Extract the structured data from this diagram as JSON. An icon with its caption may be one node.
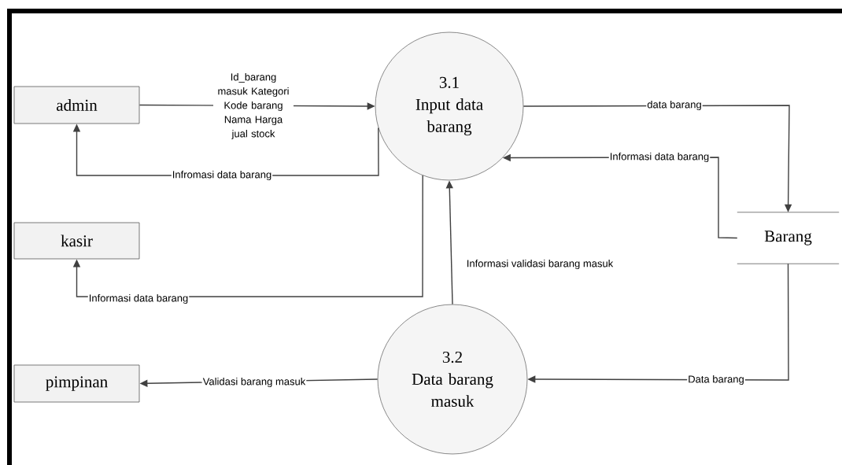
{
  "diagram": {
    "nodes": [
      {
        "text": [
          "admin"
        ]
      },
      {
        "text": [
          "kasir"
        ]
      },
      {
        "text": [
          "pimpinan"
        ]
      },
      {
        "text": [
          "3.1",
          "Input data barang"
        ]
      },
      {
        "text": [
          "3.2",
          "Data barang masuk"
        ]
      },
      {
        "text": [
          "Barang"
        ]
      }
    ],
    "edges": [
      {
        "from": 0,
        "to": 3,
        "arrow": "to",
        "label": "Id_barang masuk Kategori Kode barang Nama Harga jual stock"
      },
      {
        "from": 3,
        "to": 0,
        "arrow": "to",
        "label": "Infromasi data barang"
      },
      {
        "from": 3,
        "to": 1,
        "arrow": "to",
        "label": "Informasi data barang"
      },
      {
        "from": 3,
        "to": 5,
        "arrow": "to",
        "label": "data barang"
      },
      {
        "from": 5,
        "to": 3,
        "arrow": "to",
        "label": "Informasi data barang"
      },
      {
        "from": 4,
        "to": 3,
        "arrow": "to",
        "label": "Informasi validasi barang masuk"
      },
      {
        "from": 5,
        "to": 4,
        "arrow": "to",
        "label": "Data barang"
      },
      {
        "from": 4,
        "to": 2,
        "arrow": "to",
        "label": "Validasi barang masuk"
      }
    ]
  }
}
